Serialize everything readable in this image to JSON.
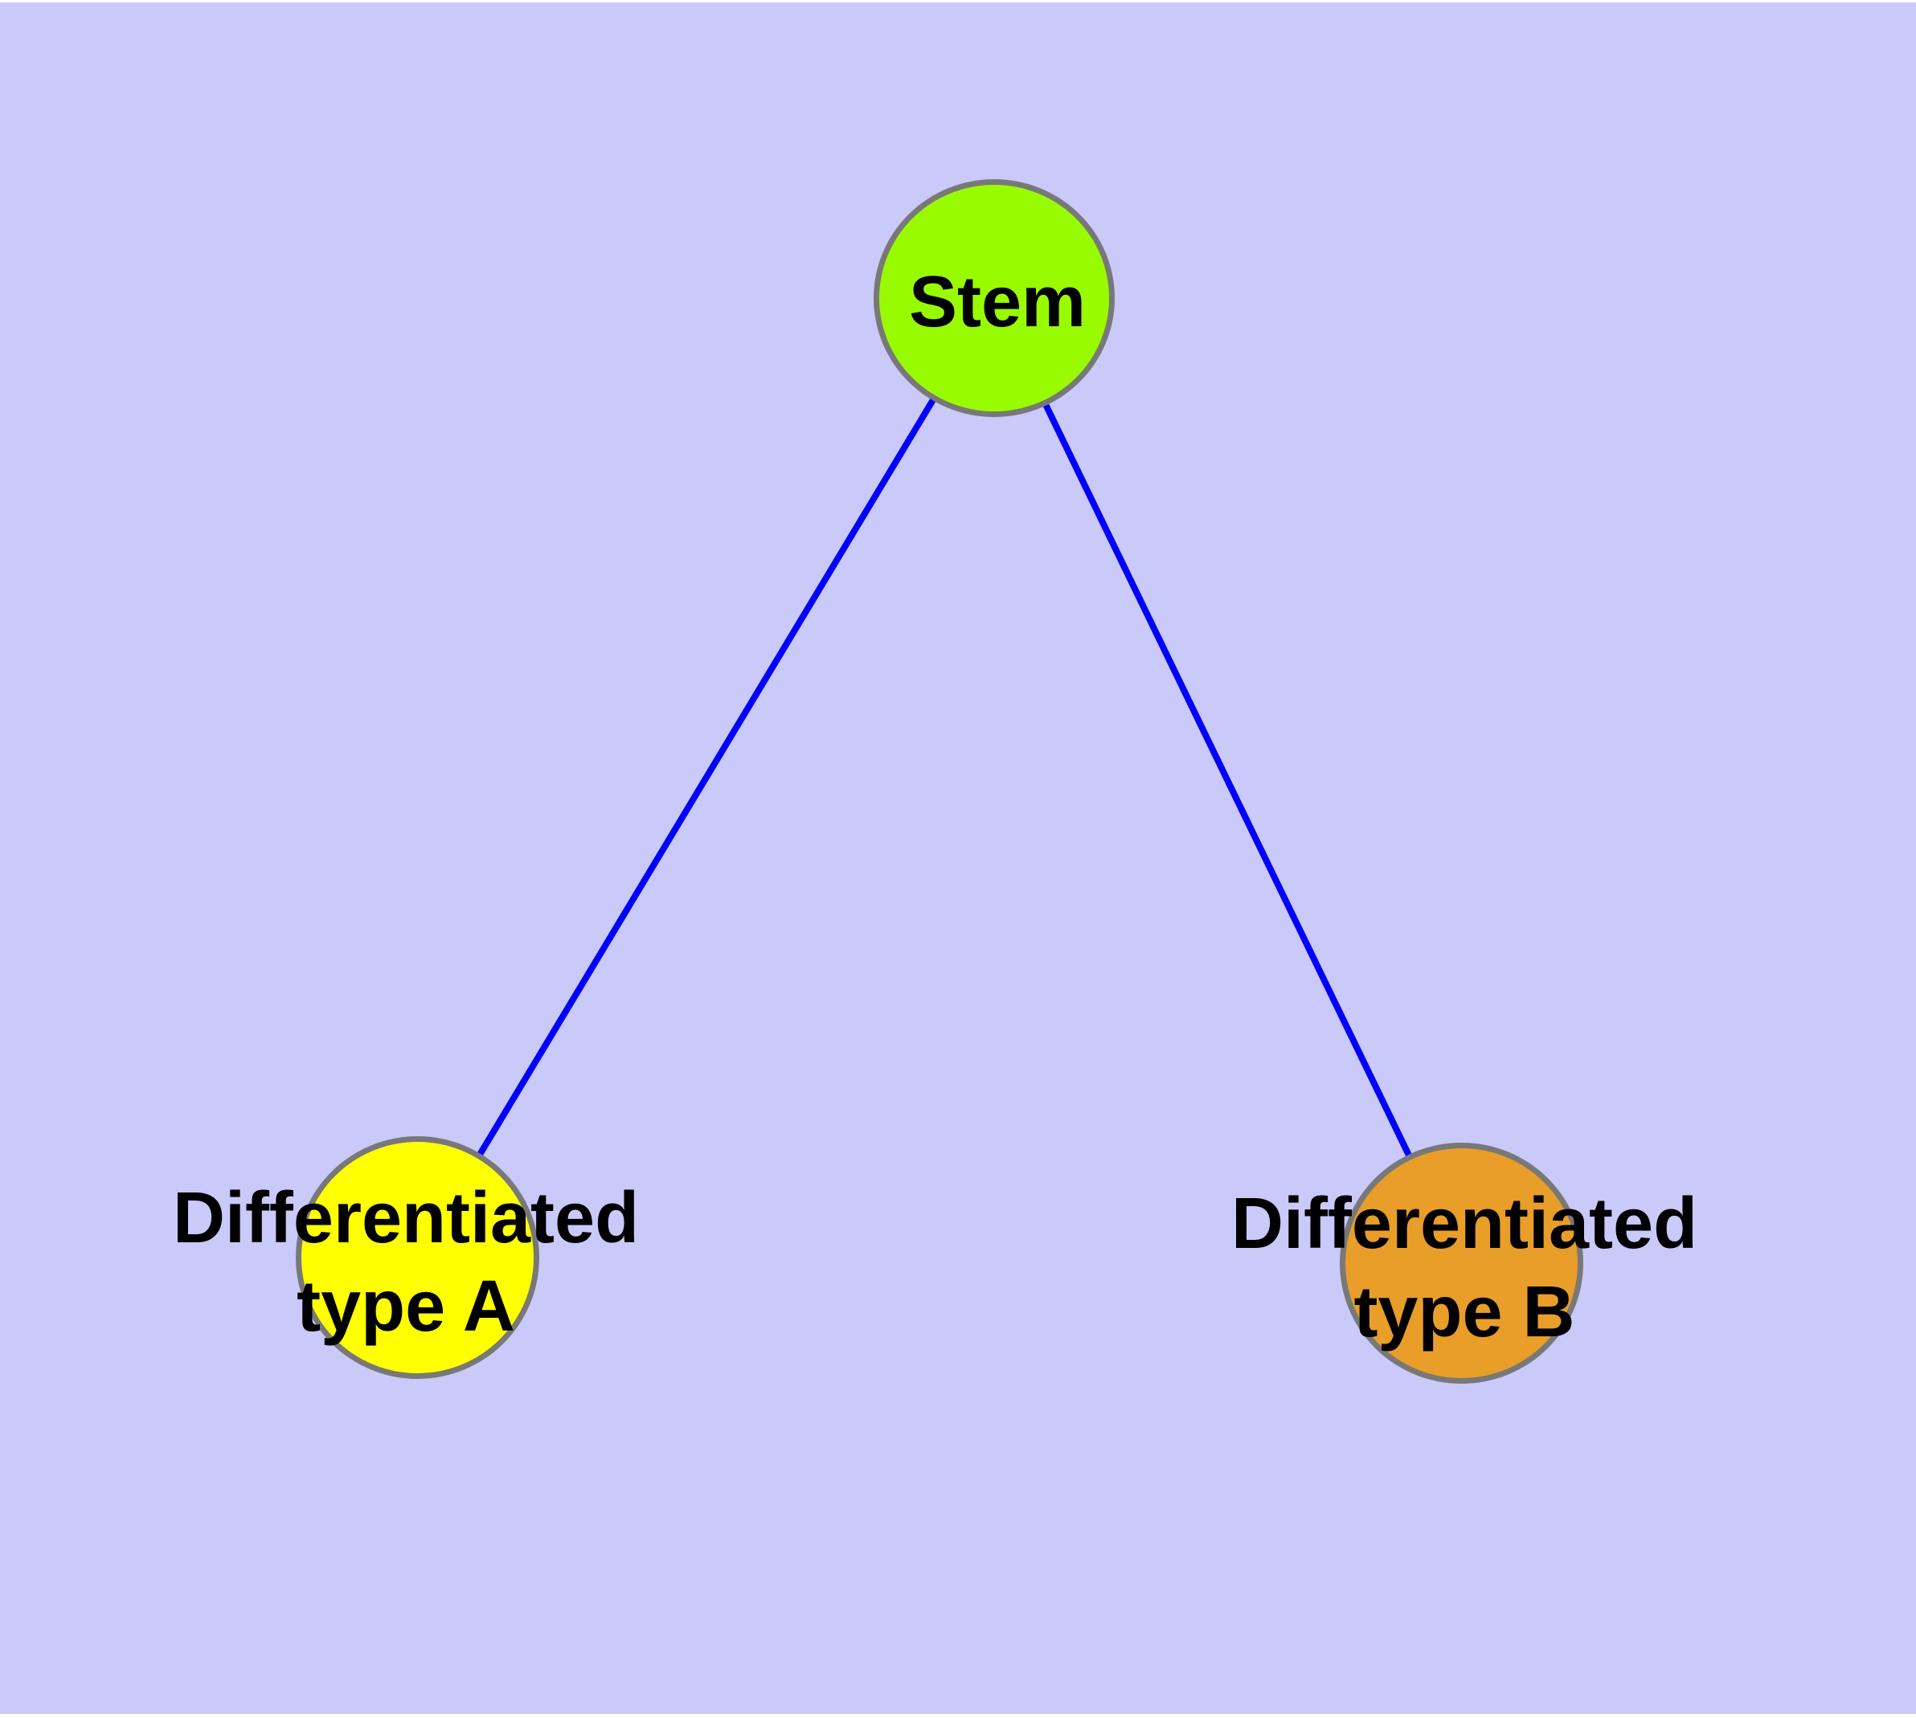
{
  "diagram": {
    "background_color": "#C9C9FA",
    "margin_color": "#FFFFFF",
    "edge_color": "#0000FF",
    "node_border_color": "#787878",
    "label_color": "#000000",
    "nodes": [
      {
        "id": "stem",
        "label": "Stem",
        "fill_color": "#99FB00"
      },
      {
        "id": "differentiated-type-a",
        "label": "Differentiated type A",
        "label_lines": [
          "Differentiated",
          "type A"
        ],
        "fill_color": "#FFFF00"
      },
      {
        "id": "differentiated-type-b",
        "label": "Differentiated type B",
        "label_lines": [
          "Differentiated",
          "type B"
        ],
        "fill_color": "#E89E28"
      }
    ],
    "edges": [
      {
        "from": "Stem",
        "to": "Differentiated type A"
      },
      {
        "from": "Stem",
        "to": "Differentiated type B"
      }
    ]
  }
}
